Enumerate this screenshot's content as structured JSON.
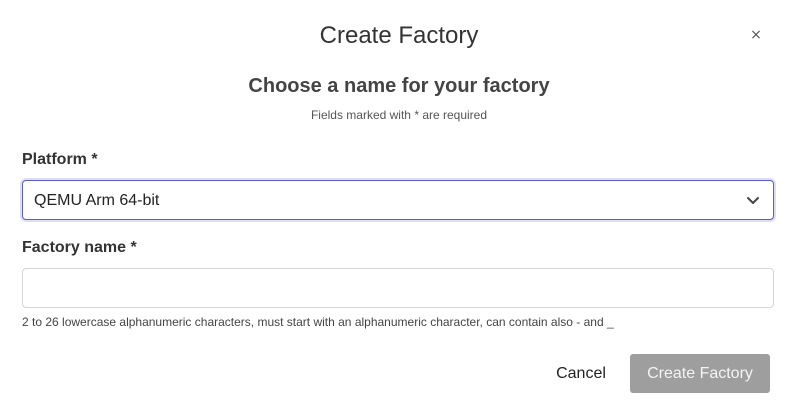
{
  "modal": {
    "title": "Create Factory",
    "close_icon": "close-icon",
    "close_glyph": "×",
    "subtitle": "Choose a name for your factory",
    "required_note": "Fields marked with * are required"
  },
  "form": {
    "platform": {
      "label": "Platform *",
      "selected_value": "QEMU Arm 64-bit",
      "icon": "chevron-down-icon"
    },
    "factory_name": {
      "label": "Factory name *",
      "value": "",
      "placeholder": "",
      "help_text": "2 to 26 lowercase alphanumeric characters, must start with an alphanumeric character, can contain also - and _"
    }
  },
  "actions": {
    "cancel_label": "Cancel",
    "submit_label": "Create Factory",
    "submit_disabled": true
  },
  "colors": {
    "focus_border": "#5c5fc4",
    "disabled_button_bg": "#9e9e9e",
    "disabled_button_text": "#f4f4f4"
  }
}
